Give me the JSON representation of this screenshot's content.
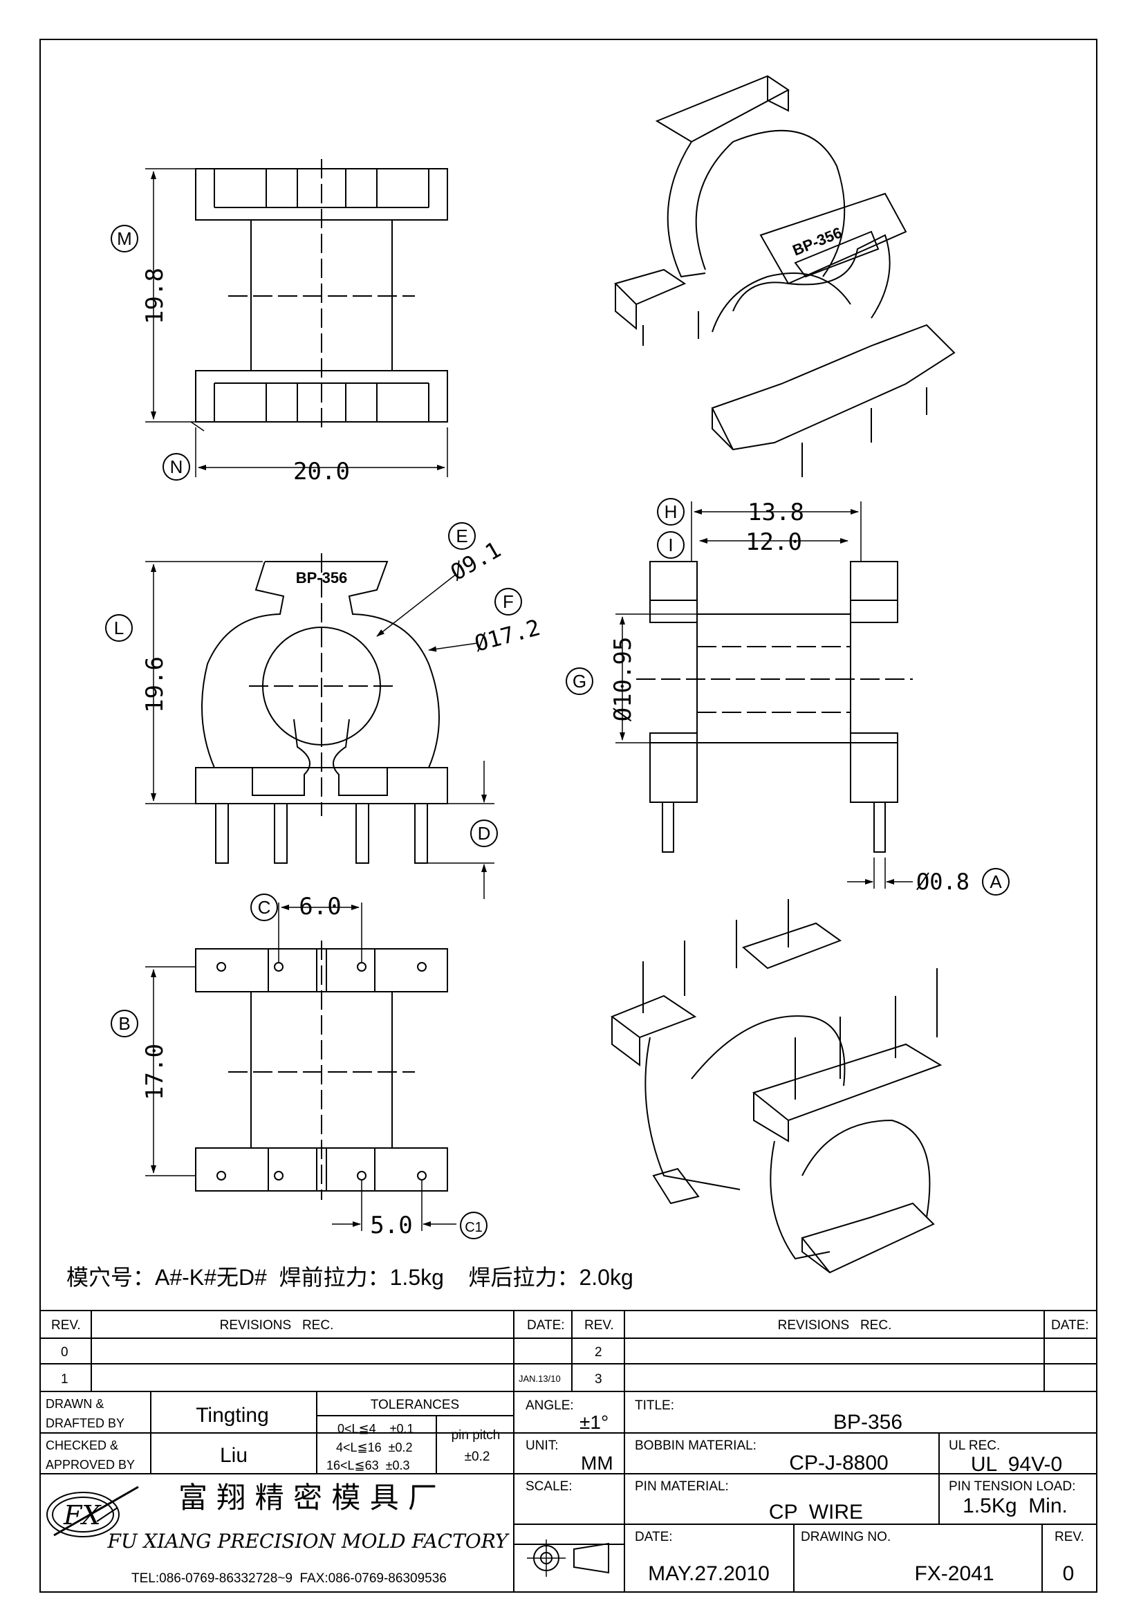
{
  "drawing": {
    "dims": {
      "front_height": "19.8",
      "front_width": "20.0",
      "side_height": "19.6",
      "dia_inner": "Ø9.1",
      "dia_outer": "Ø17.2",
      "top_len": "13.8",
      "top_inner": "12.0",
      "core_dia": "Ø10.95",
      "pin_dia": "Ø0.8",
      "bottom_height": "17.0",
      "pitch_top": "6.0",
      "pitch_bottom": "5.0"
    },
    "bubbles": {
      "m": "M",
      "n": "N",
      "l": "L",
      "e": "E",
      "f": "F",
      "h": "H",
      "i": "I",
      "g": "G",
      "d": "D",
      "a": "A",
      "b": "B",
      "c": "C",
      "c1": "C1"
    },
    "part_marking": "BP-356",
    "note": "模穴号：A#-K#无D#  焊前拉力：1.5kg    焊后拉力：2.0kg"
  },
  "title_block": {
    "rev_header": "REV.",
    "revisions_header": "REVISIONS   REC.",
    "date_header": "DATE:",
    "rev_rows": [
      {
        "rev": "0",
        "date": "",
        "rev2": "2"
      },
      {
        "rev": "1",
        "date": "JAN.13/10",
        "rev2": "3"
      }
    ],
    "drawn_label": "DRAWN  &\nDRAFTED BY",
    "drawn_value": "Tingting",
    "checked_label": "CHECKED &\nAPPROVED BY",
    "checked_value": "Liu",
    "tolerances_label": "TOLERANCES",
    "tol_rows": [
      "0<L≦4    ±0.1",
      "4<L≦16  ±0.2",
      "16<L≦63  ±0.3"
    ],
    "pin_pitch_label": "pin pitch",
    "pin_pitch_value": "±0.2",
    "angle_label": "ANGLE:",
    "angle_value": "±1°",
    "unit_label": "UNIT:",
    "unit_value": "MM",
    "scale_label": "SCALE:",
    "title_label": "TITLE:",
    "title_value": "BP-356",
    "bobbin_label": "BOBBIN MATERIAL:",
    "bobbin_value": "CP-J-8800",
    "ul_label": "UL REC.",
    "ul_value": "UL  94V-0",
    "pin_mat_label": "PIN MATERIAL:",
    "pin_mat_value": "CP  WIRE",
    "tension_label": "PIN TENSION LOAD:",
    "tension_value": "1.5Kg  Min.",
    "date_label": "DATE:",
    "date_value": "MAY.27.2010",
    "drawing_no_label": "DRAWING NO.",
    "drawing_no_value": "FX-2041",
    "rev_label": "REV.",
    "rev_value": "0",
    "company_cn": "富 翔 精 密 模 具 厂",
    "company_en": "FU XIANG PRECISION MOLD FACTORY",
    "company_contact": "TEL:086-0769-86332728~9  FAX:086-0769-86309536",
    "logo_text": "FX"
  }
}
